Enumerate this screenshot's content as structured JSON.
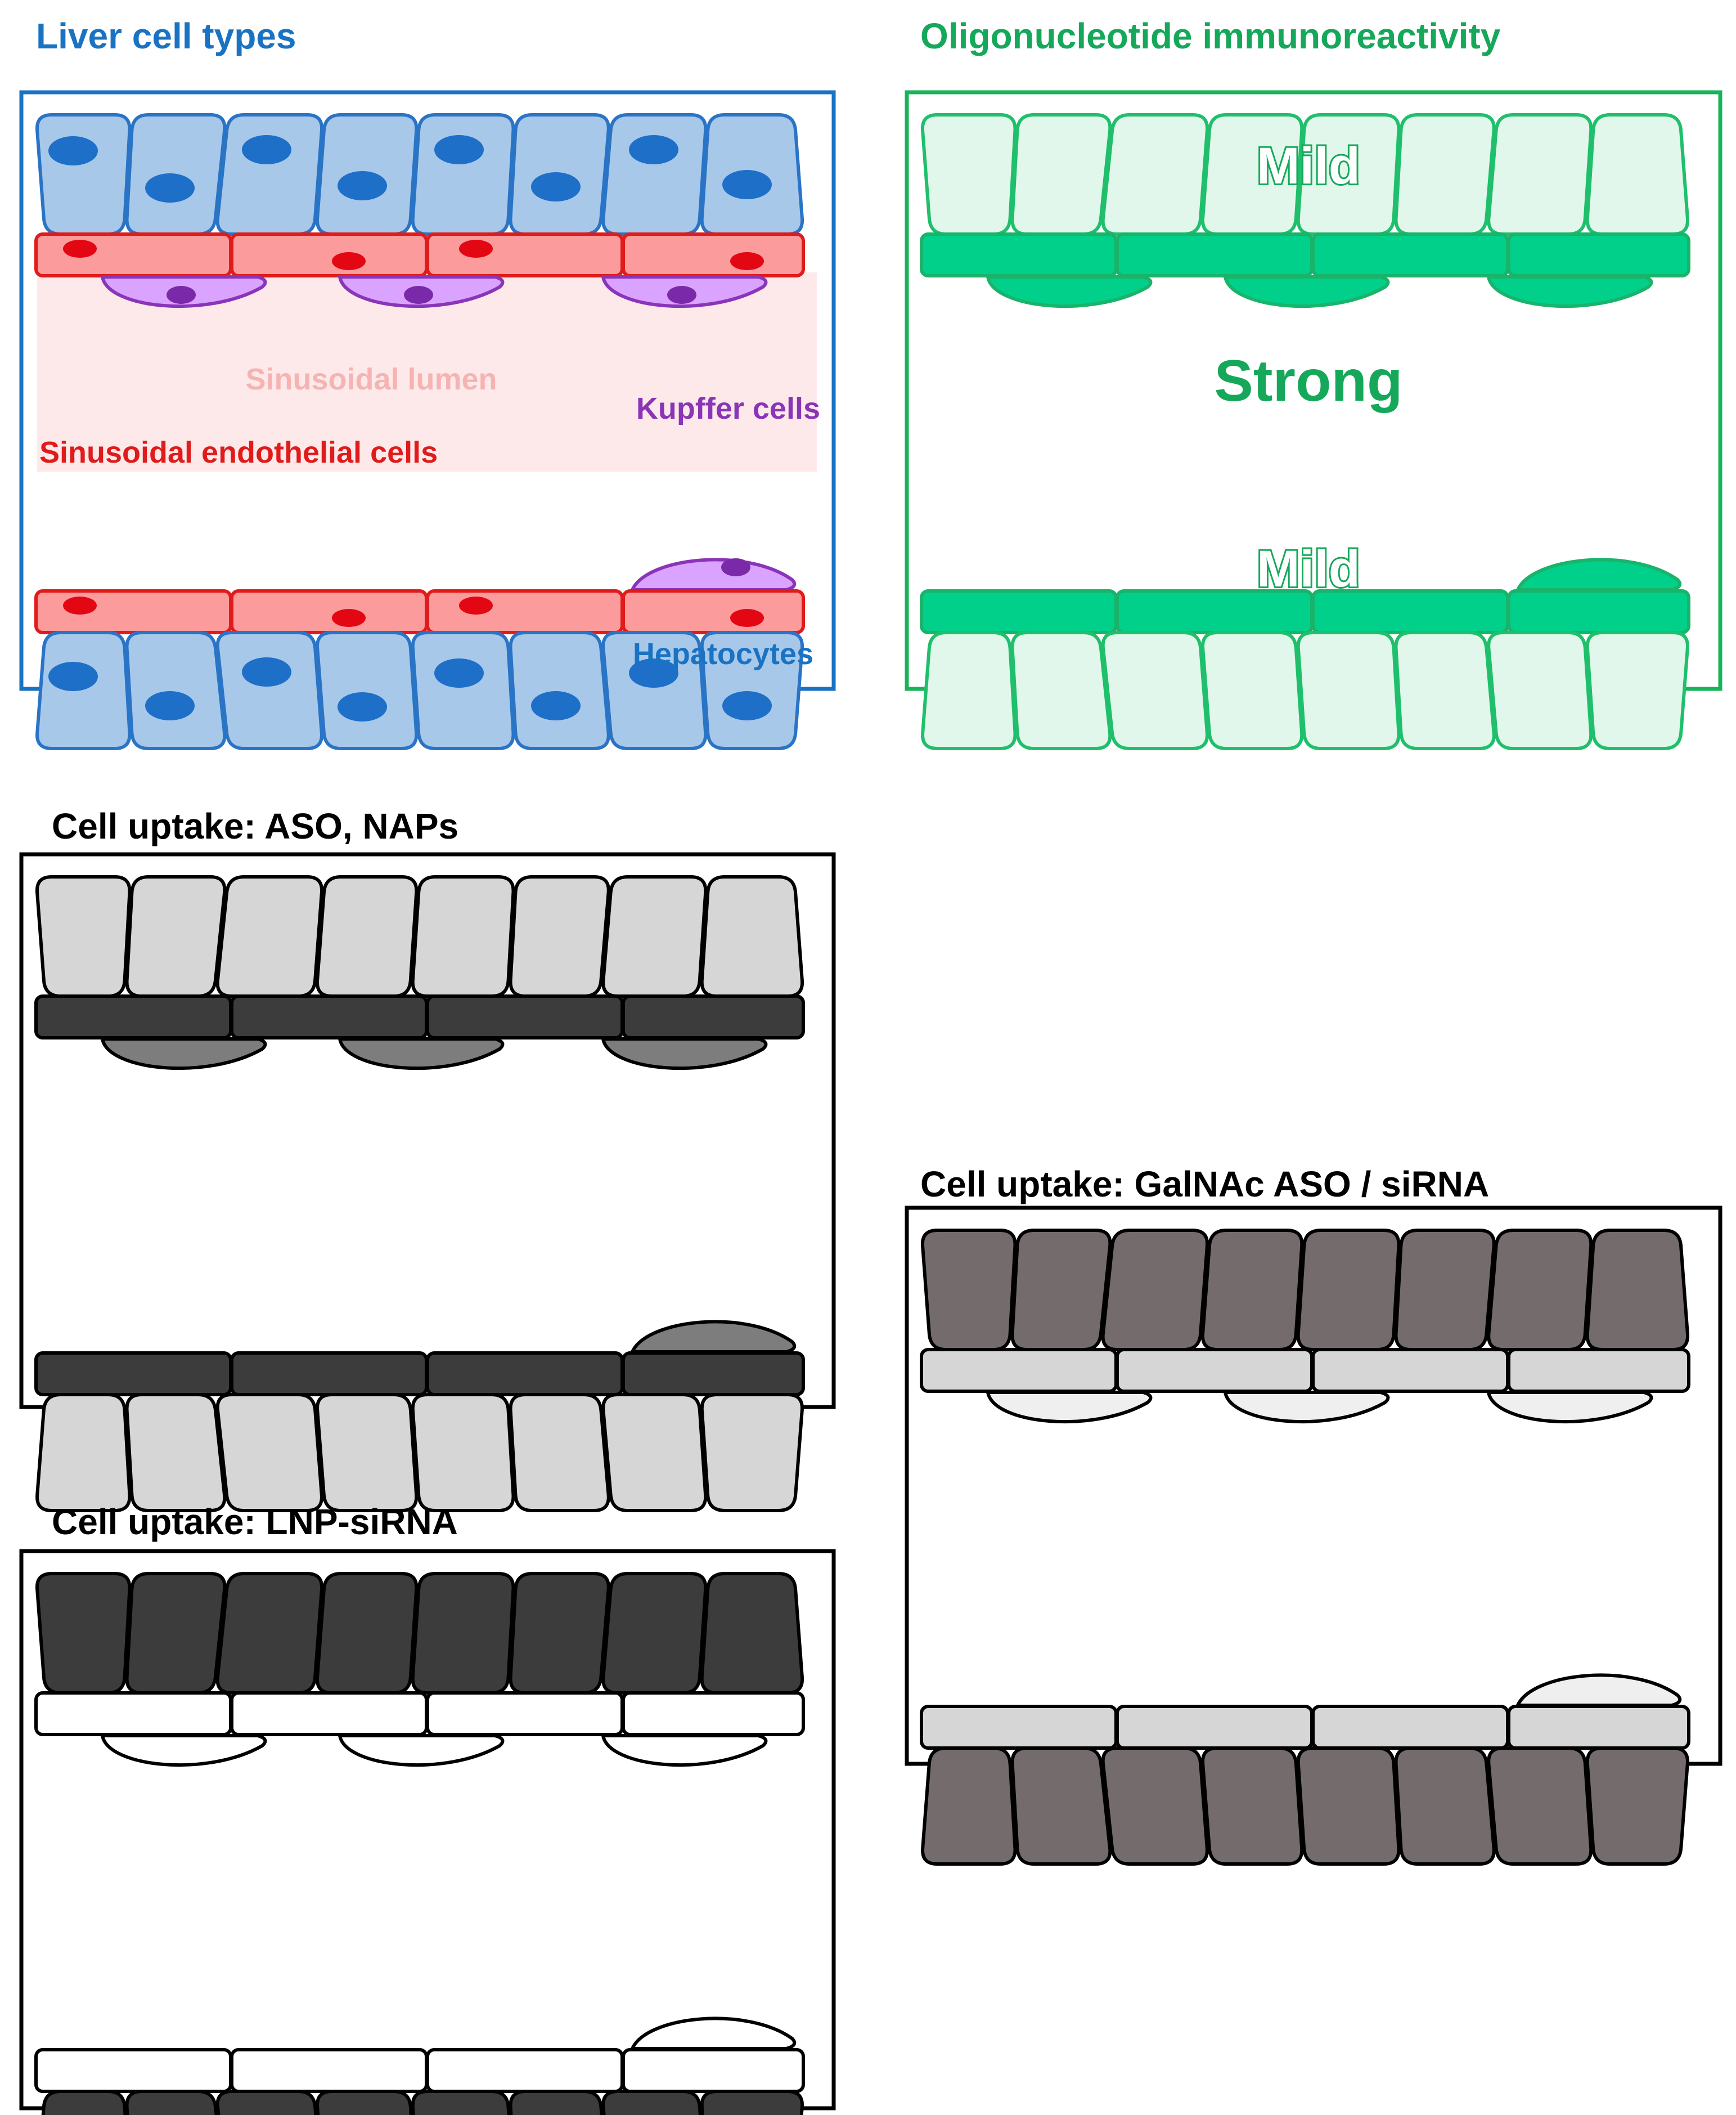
{
  "panels": {
    "liver": {
      "title": "Liver cell types",
      "labels": {
        "lumen": "Sinusoidal lumen",
        "kupffer": "Kupffer cells",
        "endothelial": "Sinusoidal endothelial cells",
        "hepatocytes": "Hepatocytes"
      }
    },
    "immuno": {
      "title": "Oligonucleotide immunoreactivity",
      "labels": {
        "mild_top": "Mild",
        "strong": "Strong",
        "mild_bottom": "Mild"
      }
    },
    "aso": {
      "title": "Cell uptake: ASO, NAPs"
    },
    "lnp": {
      "title": "Cell uptake: LNP-siRNA"
    },
    "galnac": {
      "title": "Cell uptake: GalNAc ASO / siRNA"
    }
  },
  "colors": {
    "liver": {
      "frame": "#1a73c2",
      "title": "#1a73c2",
      "hep_fill": "#a8c8ea",
      "hep_stroke": "#2a74c6",
      "nucleus": "#1e6fc8",
      "endo_fill": "#fb9b9b",
      "endo_stroke": "#e01b1b",
      "endo_nucleus": "#e30613",
      "kup_fill": "#d9a3ff",
      "kup_stroke": "#8a35b8",
      "kup_nucleus": "#7a2aa8",
      "lumen": "#fde9e9",
      "lumen_text": "#f6b3b3",
      "kupffer_text": "#8a35b8",
      "endo_text": "#e01b1b",
      "hep_text": "#1a73c2"
    },
    "immuno": {
      "frame": "#18b35a",
      "title": "#16a85a",
      "hep_fill": "#e1f7ec",
      "hep_stroke": "#1fbf6b",
      "endo_fill": "#00d08a",
      "endo_stroke": "#19b36a",
      "kup_fill": "#00d08a",
      "kup_stroke": "#19b36a",
      "strong_text": "#16a85a",
      "mild_text": "#ffffff",
      "mild_glow": "#16a85a"
    },
    "aso": {
      "frame": "#000000",
      "hep_fill": "#d6d6d6",
      "endo_fill": "#3c3c3c",
      "kup_fill": "#7d7d7d",
      "stroke": "#000000"
    },
    "lnp": {
      "frame": "#000000",
      "hep_fill": "#3c3c3c",
      "endo_fill": "#ffffff",
      "kup_fill": "#ffffff",
      "stroke": "#000000"
    },
    "galnac": {
      "frame": "#000000",
      "hep_fill": "#746c6c",
      "endo_fill": "#d6d6d6",
      "kup_fill": "#efefef",
      "stroke": "#000000"
    }
  }
}
